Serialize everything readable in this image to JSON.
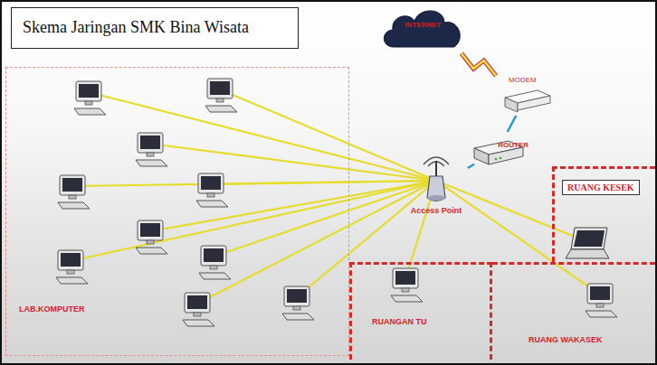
{
  "diagram": {
    "title": "Skema Jaringan SMK Bina Wisata",
    "nodes": [
      {
        "text": [
          "INTERNET"
        ]
      },
      {
        "text": [
          "MODEM"
        ]
      },
      {
        "text": [
          "ROUTER"
        ]
      },
      {
        "text": [
          "Access Point"
        ]
      },
      {
        "text": [
          "LAB.KOMPUTER"
        ]
      },
      {
        "text": [
          "RUANGAN TU"
        ]
      },
      {
        "text": [
          "RUANG WAKASEK"
        ]
      },
      {
        "text": [
          "RUANG KESEK"
        ]
      }
    ],
    "edges": [
      {
        "from": 0,
        "to": 1,
        "arrow": "none"
      },
      {
        "from": 1,
        "to": 2,
        "arrow": "none"
      },
      {
        "from": 2,
        "to": 3,
        "arrow": "none"
      }
    ]
  }
}
